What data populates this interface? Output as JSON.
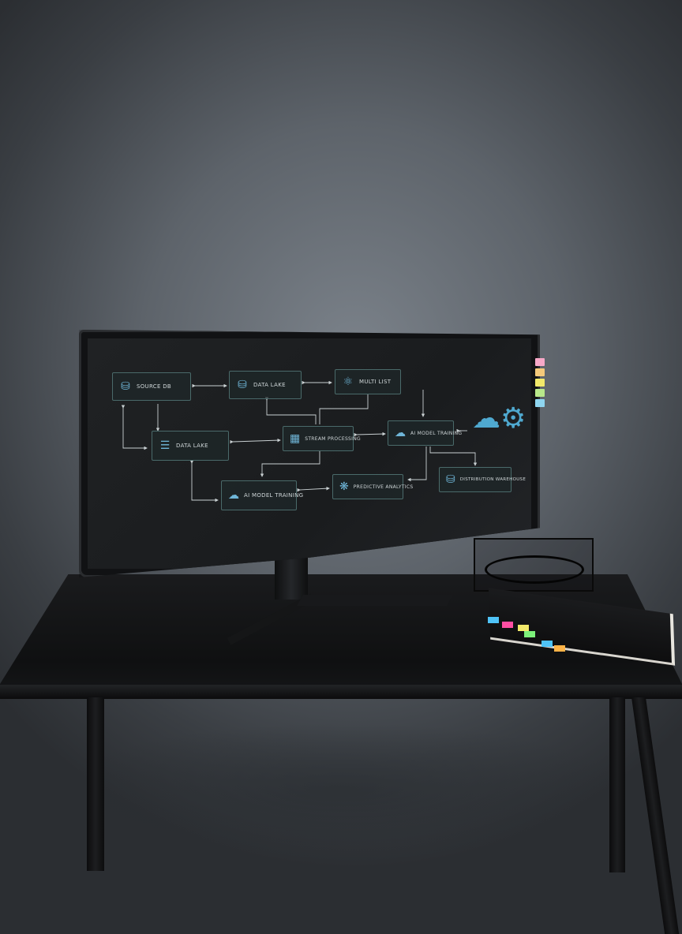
{
  "diagram": {
    "nodes": [
      {
        "id": "source-db",
        "label": "SOURCE DB",
        "icon": "database-icon"
      },
      {
        "id": "data-lake-top",
        "label": "DATA LAKE",
        "icon": "database-icon"
      },
      {
        "id": "multi-list",
        "label": "MULTI LIST",
        "icon": "network-icon"
      },
      {
        "id": "data-lake-mid",
        "label": "DATA LAKE",
        "icon": "stack-icon"
      },
      {
        "id": "stream-processing",
        "label": "STREAM PROCESSING",
        "icon": "grid-icon"
      },
      {
        "id": "ai-model-training-right",
        "label": "AI MODEL TRAINING",
        "icon": "cloud-icon"
      },
      {
        "id": "ai-model-training-bottom",
        "label": "AI MODEL TRAINING",
        "icon": "cloud-icon"
      },
      {
        "id": "predictive-analytics",
        "label": "PREDICTIVE ANALYTICS",
        "icon": "brain-icon"
      },
      {
        "id": "distribution-warehouse",
        "label": "DISTRIBUTION WAREHOUSE",
        "icon": "database-icon"
      }
    ]
  },
  "colors": {
    "accent": "#6fb6d8",
    "sticky_notes": [
      "#f7a8c8",
      "#f4c97a",
      "#f2e96a",
      "#b8e88a",
      "#8fd6f0"
    ],
    "notebook_flags": [
      "#4fc3f7",
      "#ff4fa3",
      "#f2e96a",
      "#7cf07a",
      "#4fc3f7",
      "#ffb347"
    ]
  }
}
